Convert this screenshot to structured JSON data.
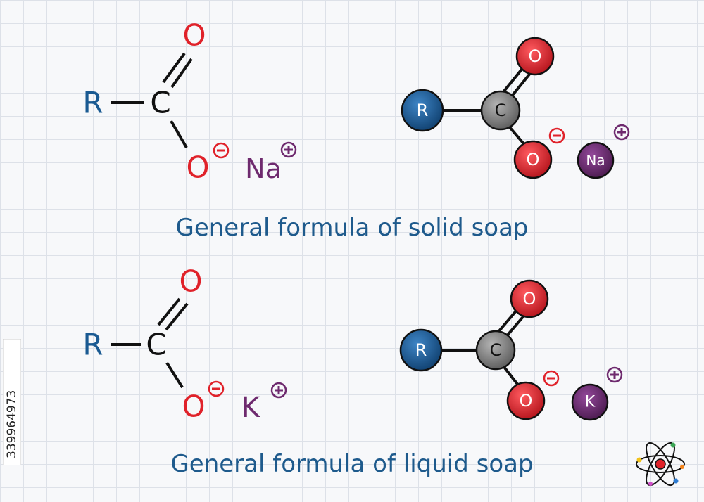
{
  "colors": {
    "r_group": "#1a5a92",
    "bond": "#111111",
    "oxygen": "#e0222a",
    "sodium": "#6e2a6e",
    "potassium": "#6e2a6e",
    "carbon": "#888888",
    "caption": "#1e5a8c",
    "grid": "#dde1e8"
  },
  "labels": {
    "r": "R",
    "c": "C",
    "o": "O",
    "na": "Na",
    "k": "K",
    "charge_minus": "−",
    "charge_plus": "+"
  },
  "captions": {
    "solid": "General formula of solid soap",
    "liquid": "General formula of liquid soap"
  },
  "stock_id": "339964973",
  "icons": [
    "atom-icon"
  ]
}
